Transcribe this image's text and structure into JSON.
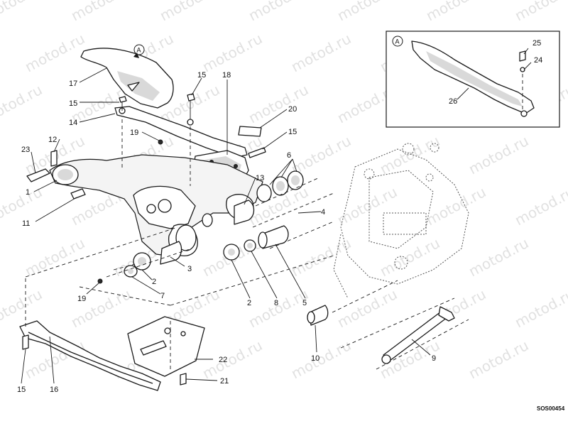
{
  "diagram": {
    "view_ref": "A",
    "inset_ref": "A",
    "drawing_code": "SOS00454",
    "watermark_text": "motod.ru",
    "callouts": {
      "c1": "1",
      "c2a": "2",
      "c2b": "2",
      "c3": "3",
      "c4": "4",
      "c5": "5",
      "c6": "6",
      "c7": "7",
      "c8": "8",
      "c9": "9",
      "c10": "10",
      "c11": "11",
      "c12": "12",
      "c13": "13",
      "c14": "14",
      "c15a": "15",
      "c15b": "15",
      "c15c": "15",
      "c15d": "15",
      "c16": "16",
      "c17": "17",
      "c18": "18",
      "c19a": "19",
      "c19b": "19",
      "c20": "20",
      "c21": "21",
      "c22": "22",
      "c23": "23",
      "c24": "24",
      "c25": "25",
      "c26": "26"
    }
  }
}
